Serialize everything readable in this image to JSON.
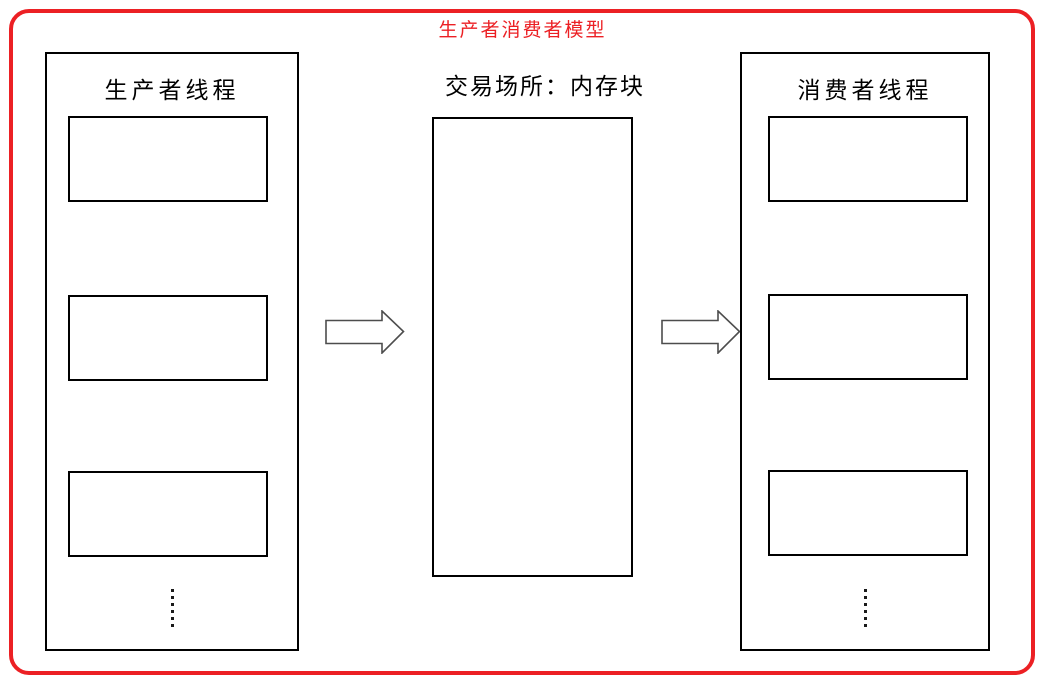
{
  "diagram": {
    "title": "生产者消费者模型",
    "producer": {
      "label": "生产者线程",
      "slot_count": 3,
      "ellipsis_dot_count": 6
    },
    "buffer": {
      "label": "交易场所：内存块"
    },
    "consumer": {
      "label": "消费者线程",
      "slot_count": 3,
      "ellipsis_dot_count": 6
    },
    "arrows": [
      {
        "name": "producer-to-buffer",
        "direction": "right"
      },
      {
        "name": "buffer-to-consumer",
        "direction": "right"
      }
    ]
  },
  "colors": {
    "frame": "#ec2024",
    "title_text": "#ec2024",
    "box_border": "#000000",
    "arrow_outline": "#4d4d4d",
    "background": "#ffffff"
  }
}
